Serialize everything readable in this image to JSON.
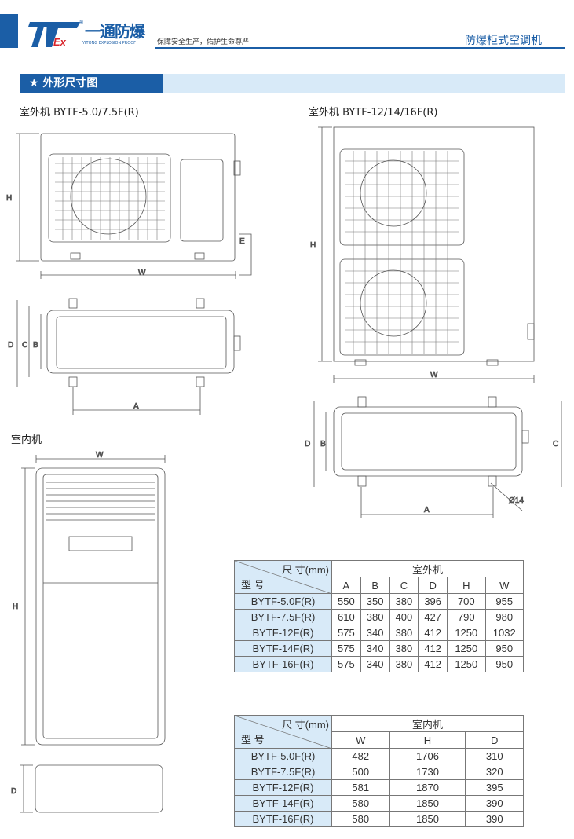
{
  "header": {
    "brand": "一通防爆",
    "brand_en": "YITONG EXPLOSION PROOF",
    "logo_text": "TEx",
    "slogan": "保障安全生产，佑护生命尊严",
    "page_title": "防爆柜式空调机"
  },
  "section": {
    "title": "★ 外形尺寸图"
  },
  "drawings": {
    "outdoor_small": {
      "caption": "室外机   BYTF-5.0/7.5F(R)",
      "labels": {
        "H": "H",
        "W": "W",
        "E": "E",
        "D": "D",
        "C": "C",
        "B": "B",
        "A": "A"
      }
    },
    "outdoor_large": {
      "caption": "室外机   BYTF-12/14/16F(R)",
      "labels": {
        "H": "H",
        "W": "W",
        "D": "D",
        "B": "B",
        "C": "C",
        "A": "A",
        "hole": "Ø14"
      }
    },
    "indoor": {
      "caption": "室内机",
      "labels": {
        "W": "W",
        "H": "H",
        "D": "D"
      }
    }
  },
  "outdoor_table": {
    "corner_top": "尺 寸(mm)",
    "corner_bottom": "型 号",
    "group": "室外机",
    "columns": [
      "A",
      "B",
      "C",
      "D",
      "H",
      "W"
    ],
    "rows": [
      {
        "model": "BYTF-5.0F(R)",
        "values": [
          "550",
          "350",
          "380",
          "396",
          "700",
          "955"
        ]
      },
      {
        "model": "BYTF-7.5F(R)",
        "values": [
          "610",
          "380",
          "400",
          "427",
          "790",
          "980"
        ]
      },
      {
        "model": "BYTF-12F(R)",
        "values": [
          "575",
          "340",
          "380",
          "412",
          "1250",
          "1032"
        ]
      },
      {
        "model": "BYTF-14F(R)",
        "values": [
          "575",
          "340",
          "380",
          "412",
          "1250",
          "950"
        ]
      },
      {
        "model": "BYTF-16F(R)",
        "values": [
          "575",
          "340",
          "380",
          "412",
          "1250",
          "950"
        ]
      }
    ]
  },
  "indoor_table": {
    "corner_top": "尺 寸(mm)",
    "corner_bottom": "型 号",
    "group": "室内机",
    "columns": [
      "W",
      "H",
      "D"
    ],
    "rows": [
      {
        "model": "BYTF-5.0F(R)",
        "values": [
          "482",
          "1706",
          "310"
        ]
      },
      {
        "model": "BYTF-7.5F(R)",
        "values": [
          "500",
          "1730",
          "320"
        ]
      },
      {
        "model": "BYTF-12F(R)",
        "values": [
          "581",
          "1870",
          "395"
        ]
      },
      {
        "model": "BYTF-14F(R)",
        "values": [
          "580",
          "1850",
          "390"
        ]
      },
      {
        "model": "BYTF-16F(R)",
        "values": [
          "580",
          "1850",
          "390"
        ]
      }
    ]
  }
}
